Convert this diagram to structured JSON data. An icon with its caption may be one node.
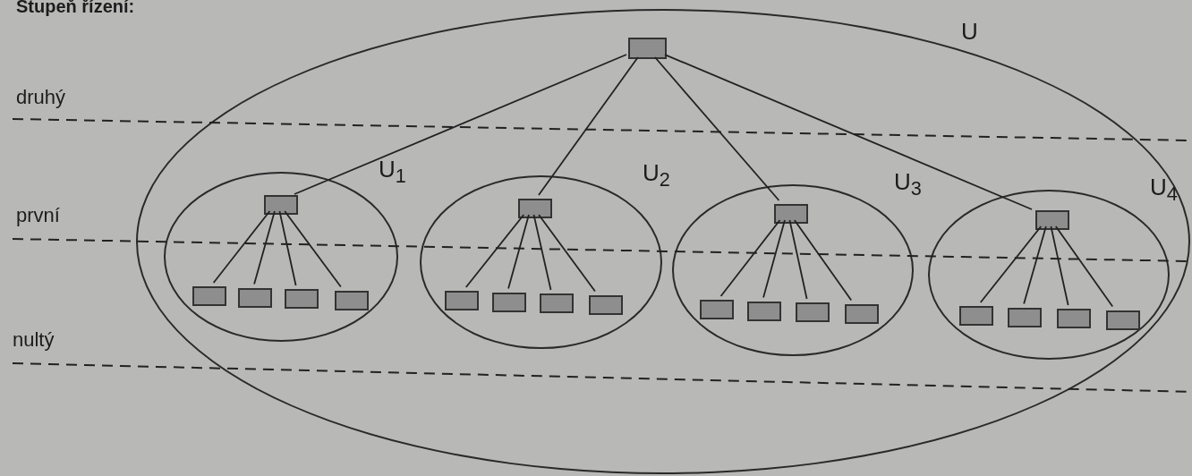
{
  "diagram": {
    "title": "Stupeň řízení:",
    "nodes": [
      {
        "text": [
          "U"
        ]
      },
      {
        "text": [],
        "shape": "box",
        "in": 0
      },
      {
        "text": [
          "U$_{1}$"
        ],
        "in": 0
      },
      {
        "text": [],
        "shape": "box",
        "in": 2
      },
      {
        "text": [],
        "shape": "box",
        "in": 2
      },
      {
        "text": [],
        "shape": "box",
        "in": 2
      },
      {
        "text": [],
        "shape": "box",
        "in": 2
      },
      {
        "text": [],
        "shape": "box",
        "in": 2
      },
      {
        "text": [
          "U$_{2}$"
        ],
        "in": 0
      },
      {
        "text": [],
        "shape": "box",
        "in": 8
      },
      {
        "text": [],
        "shape": "box",
        "in": 8
      },
      {
        "text": [],
        "shape": "box",
        "in": 8
      },
      {
        "text": [],
        "shape": "box",
        "in": 8
      },
      {
        "text": [],
        "shape": "box",
        "in": 8
      },
      {
        "text": [
          "U$_{3}$"
        ],
        "in": 0
      },
      {
        "text": [],
        "shape": "box",
        "in": 14
      },
      {
        "text": [],
        "shape": "box",
        "in": 14
      },
      {
        "text": [],
        "shape": "box",
        "in": 14
      },
      {
        "text": [],
        "shape": "box",
        "in": 14
      },
      {
        "text": [],
        "shape": "box",
        "in": 14
      },
      {
        "text": [
          "U$_{4}$"
        ],
        "in": 0
      },
      {
        "text": [],
        "shape": "box",
        "in": 20
      },
      {
        "text": [],
        "shape": "box",
        "in": 20
      },
      {
        "text": [],
        "shape": "box",
        "in": 20
      },
      {
        "text": [],
        "shape": "box",
        "in": 20
      },
      {
        "text": [],
        "shape": "box",
        "in": 20
      }
    ],
    "edges": [
      {
        "from": 1,
        "to": 3,
        "arrow": "none"
      },
      {
        "from": 1,
        "to": 9,
        "arrow": "none"
      },
      {
        "from": 1,
        "to": 15,
        "arrow": "none"
      },
      {
        "from": 1,
        "to": 21,
        "arrow": "none"
      },
      {
        "from": 3,
        "to": 4,
        "arrow": "none"
      },
      {
        "from": 3,
        "to": 5,
        "arrow": "none"
      },
      {
        "from": 3,
        "to": 6,
        "arrow": "none"
      },
      {
        "from": 3,
        "to": 7,
        "arrow": "none"
      },
      {
        "from": 9,
        "to": 10,
        "arrow": "none"
      },
      {
        "from": 9,
        "to": 11,
        "arrow": "none"
      },
      {
        "from": 9,
        "to": 12,
        "arrow": "none"
      },
      {
        "from": 9,
        "to": 13,
        "arrow": "none"
      },
      {
        "from": 15,
        "to": 16,
        "arrow": "none"
      },
      {
        "from": 15,
        "to": 17,
        "arrow": "none"
      },
      {
        "from": 15,
        "to": 18,
        "arrow": "none"
      },
      {
        "from": 15,
        "to": 19,
        "arrow": "none"
      },
      {
        "from": 21,
        "to": 22,
        "arrow": "none"
      },
      {
        "from": 21,
        "to": 23,
        "arrow": "none"
      },
      {
        "from": 21,
        "to": 24,
        "arrow": "none"
      },
      {
        "from": 21,
        "to": 25,
        "arrow": "none"
      }
    ],
    "labels": [
      "druhý",
      "první",
      "nultý"
    ]
  }
}
